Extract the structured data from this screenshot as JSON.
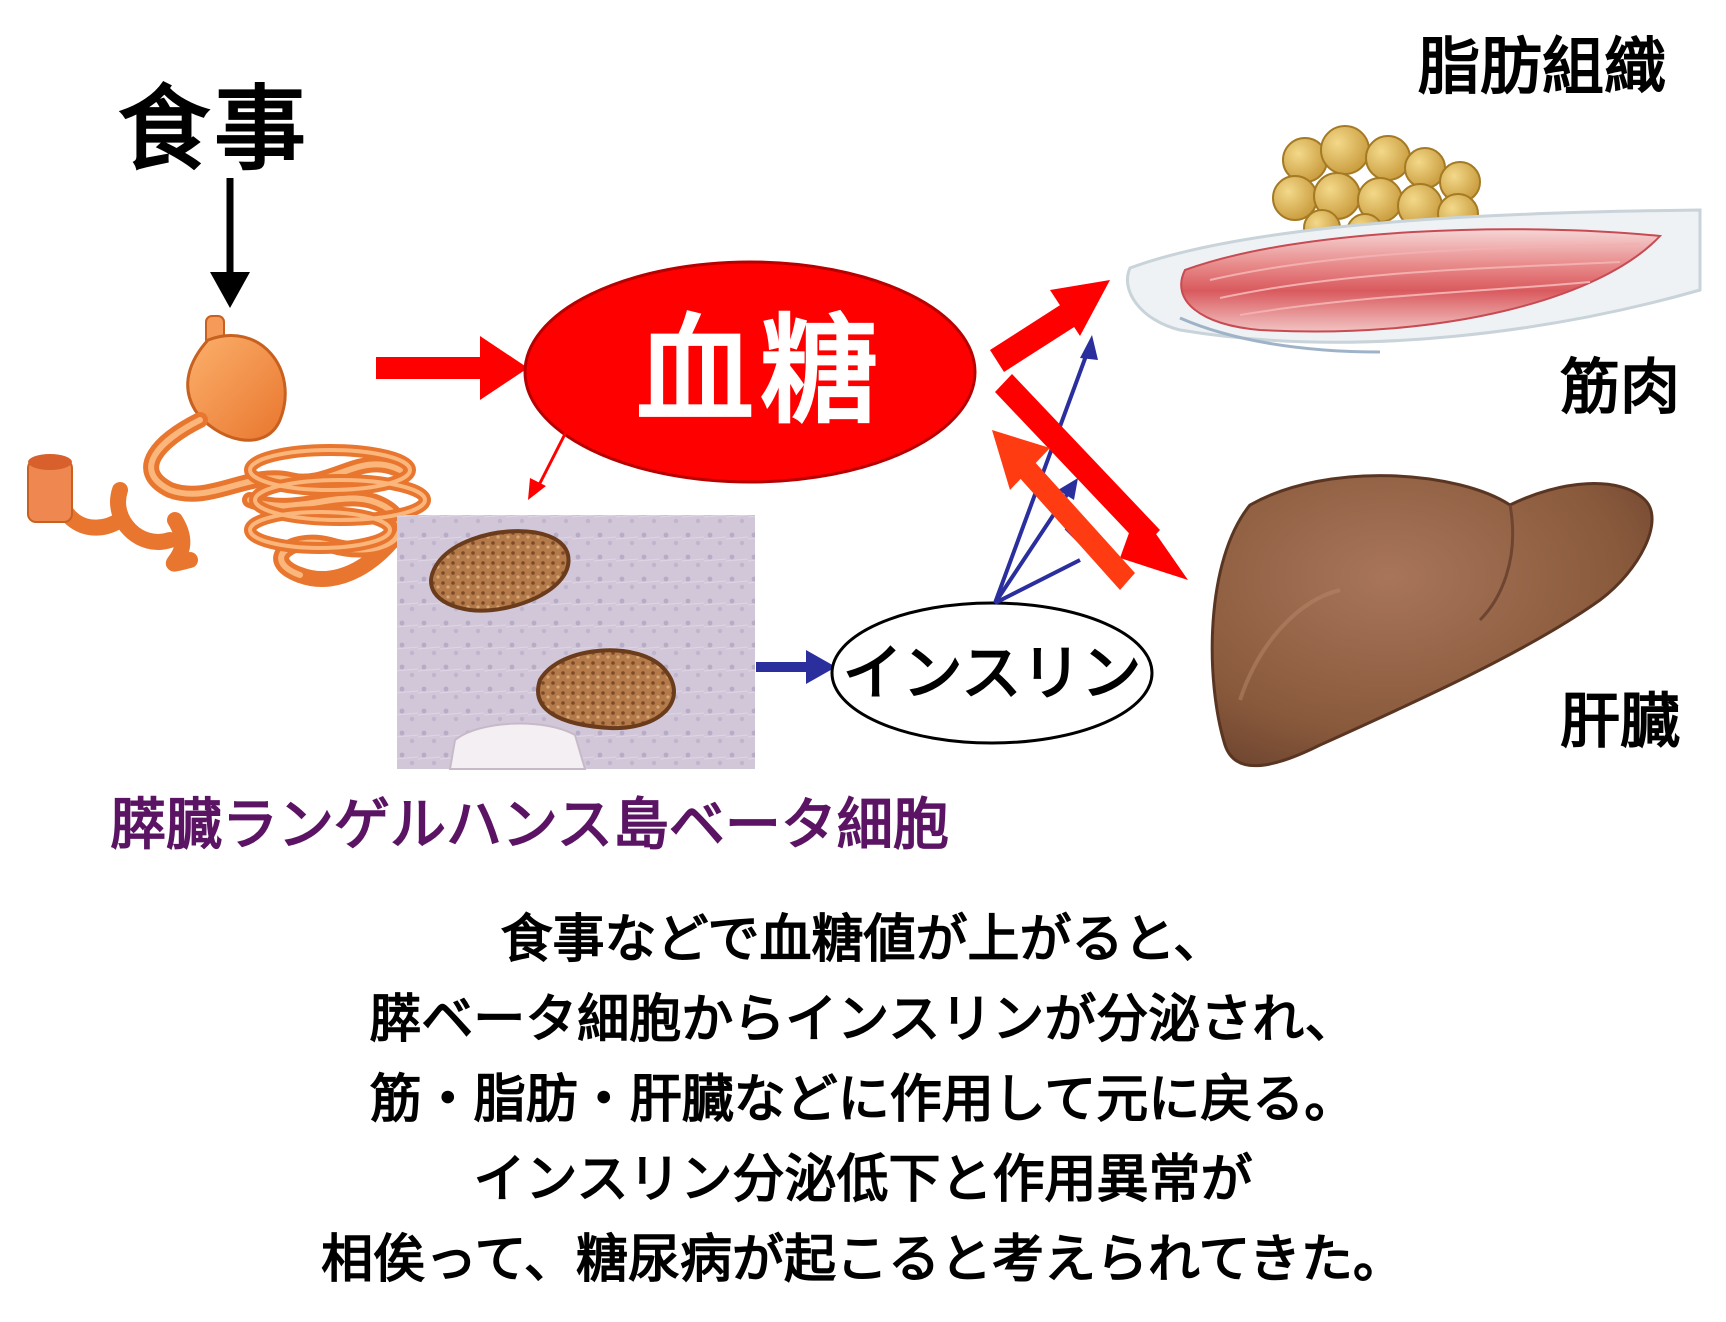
{
  "labels": {
    "meal": "食事",
    "glucose": "血糖",
    "insulin": "インスリン",
    "beta_cells": "膵臓ランゲルハンス島ベータ細胞",
    "adipose": "脂肪組織",
    "muscle": "筋肉",
    "liver": "肝臓"
  },
  "caption": [
    "食事などで血糖値が上がると、",
    "膵ベータ細胞からインスリンが分泌され、",
    "筋・脂肪・肝臓などに作用して元に戻る。",
    "インスリン分泌低下と作用異常が",
    "相俟って、糖尿病が起こると考えられてきた。"
  ],
  "colors": {
    "glucose_red": "#ff0000",
    "insulin_arrow_blue": "#2b2f9e",
    "liver_return_arrow": "#ff3b12",
    "beta_label_purple": "#5b1463",
    "liver_brown": "#8a5a3c",
    "intestine_orange": "#f08a4b"
  },
  "icons": {
    "digestive_tract": "digestive-tract-illustration",
    "pancreas_islet": "pancreatic-islet-micrograph",
    "fat": "adipose-tissue-illustration",
    "muscle": "muscle-illustration",
    "liver": "liver-illustration"
  }
}
